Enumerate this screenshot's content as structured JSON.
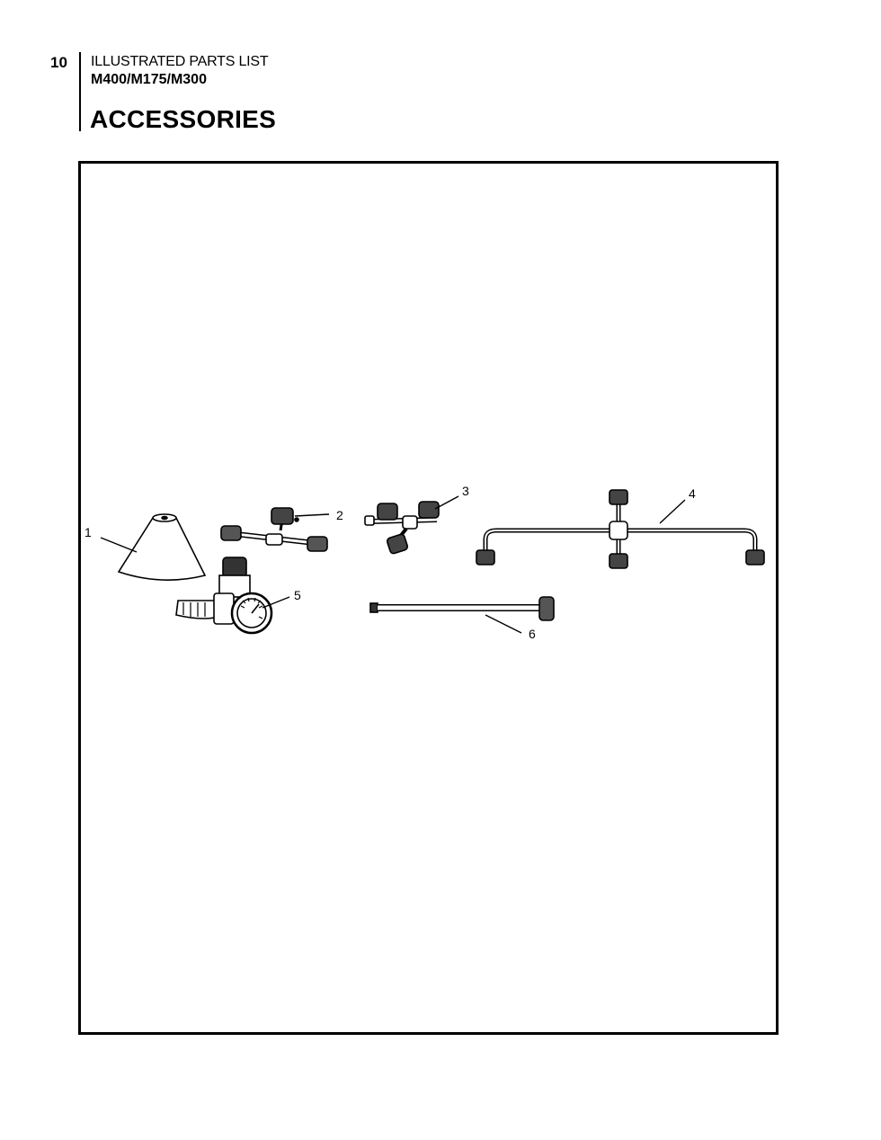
{
  "header": {
    "page_number": "10",
    "doc_type": "ILLUSTRATED PARTS LIST",
    "models": "M400/M175/M300",
    "section_title": "ACCESSORIES"
  },
  "figure": {
    "callouts": [
      "1",
      "2",
      "3",
      "4",
      "5",
      "6"
    ],
    "parts": [
      {
        "callout": "1",
        "depicts": "cone-shield"
      },
      {
        "callout": "2",
        "depicts": "double-nozzle-swivel"
      },
      {
        "callout": "3",
        "depicts": "triple-nozzle-swivel"
      },
      {
        "callout": "4",
        "depicts": "four-nozzle-boom"
      },
      {
        "callout": "5",
        "depicts": "pressure-regulator-gauge"
      },
      {
        "callout": "6",
        "depicts": "extension-wand"
      }
    ]
  }
}
